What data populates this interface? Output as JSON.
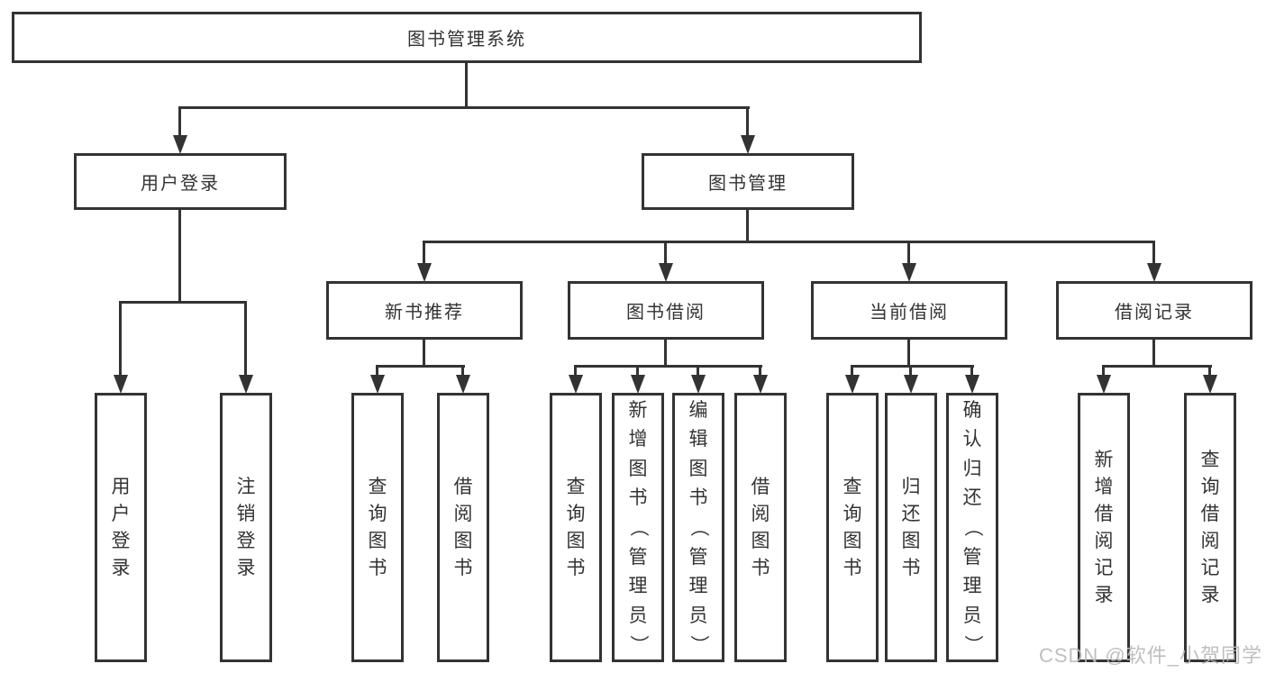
{
  "diagram": {
    "title": "图书管理系统",
    "nodes": {
      "root": "图书管理系统",
      "level2": {
        "user_login": "用户登录",
        "book_management": "图书管理"
      },
      "level3": {
        "new_book_recommend": "新书推荐",
        "book_borrow": "图书借阅",
        "current_borrow": "当前借阅",
        "borrow_records": "借阅记录"
      }
    },
    "leaves": {
      "login": [
        "用户登录",
        "注销登录"
      ],
      "recommend": [
        "查询图书",
        "借阅图书"
      ],
      "borrow": [
        "查询图书",
        "新增图书（管理员）",
        "编辑图书（管理员）",
        "借阅图书"
      ],
      "current": [
        "查询图书",
        "归还图书",
        "确认归还（管理员）"
      ],
      "records": [
        "新增借阅记录",
        "查询借阅记录"
      ]
    }
  },
  "watermark": {
    "text": "CSDN @软件_小贺同学"
  },
  "colors": {
    "line": "#333333",
    "text": "#333333",
    "watermark": "#b9b9b9",
    "background": "#ffffff"
  }
}
